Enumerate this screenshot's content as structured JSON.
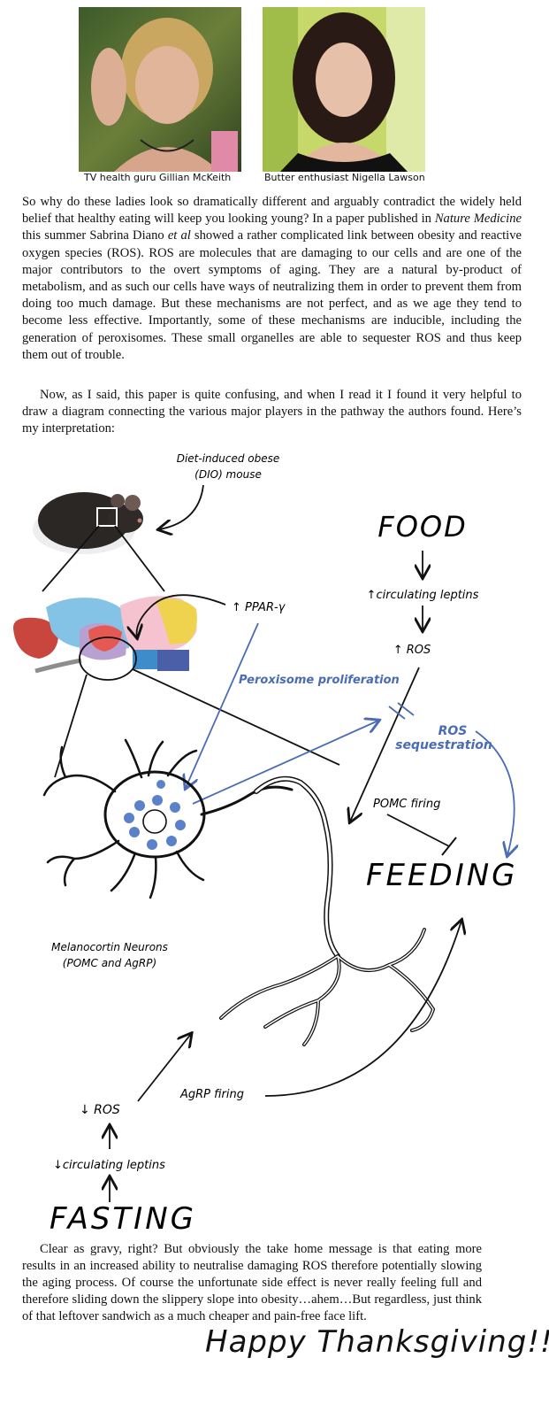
{
  "photos": {
    "left": {
      "caption": "TV health guru Gillian McKeith"
    },
    "right": {
      "caption": "Butter enthusiast Nigella Lawson"
    }
  },
  "body": {
    "p1_before_journal": "So why do these ladies look so dramatically different and arguably contradict the widely held belief that healthy eating will keep you looking young? In a paper published in ",
    "p1_journal": "Nature Medicine",
    "p1_between": " this summer Sabrina Diano ",
    "p1_etal": "et al",
    "p1_after": " showed a rather complicated link between obesity and reactive oxygen species (ROS). ROS are molecules that are damaging to our cells and are one of the major contributors to the overt symptoms of aging. They are a natural by-product of metabolism, and as such our cells have ways of neutralizing them in order to prevent them from doing too much damage. But these mechanisms are not perfect, and as we age they tend to become less effective. Importantly, some of these mechanisms are inducible, including the generation of peroxisomes. These small organelles are able to sequester ROS and thus keep them out of trouble.",
    "p2": "Now, as I said, this paper is quite confusing, and when I read it I found it very helpful to draw a diagram connecting the various major players in the pathway the authors found. Here’s my interpretation:"
  },
  "diagram": {
    "dio_line1": "Diet-induced obese",
    "dio_line2": "(DIO) mouse",
    "food": "FOOD",
    "up_leptins": "↑circulating leptins",
    "up_ros": "↑ ROS",
    "ppar": "↑ PPAR-γ",
    "peroxisome": "Peroxisome proliferation",
    "ros_seq_1": "ROS",
    "ros_seq_2": "sequestration",
    "pomc_firing": "POMC firing",
    "feeding": "FEEDING",
    "neurons_1": "Melanocortin Neurons",
    "neurons_2": "(POMC and AgRP)",
    "agrp_firing": "AgRP firing",
    "down_ros": "↓ ROS",
    "down_leptins": "↓circulating leptins",
    "fasting": "FASTING"
  },
  "closing": "Clear as gravy, right? But obviously the take home message is that eating more results in an increased ability to neutralise damaging ROS therefore potentially slowing the aging process. Of course the unfortunate side effect is never really feeling full and therefore sliding down the slippery slope into obesity…ahem…But regardless, just think of that leftover sandwich as a much cheaper and pain-free face lift.",
  "signoff": "Happy Thanksgiving!!",
  "colors": {
    "blue_ink": "#4a6cb3",
    "black_ink": "#111111"
  }
}
